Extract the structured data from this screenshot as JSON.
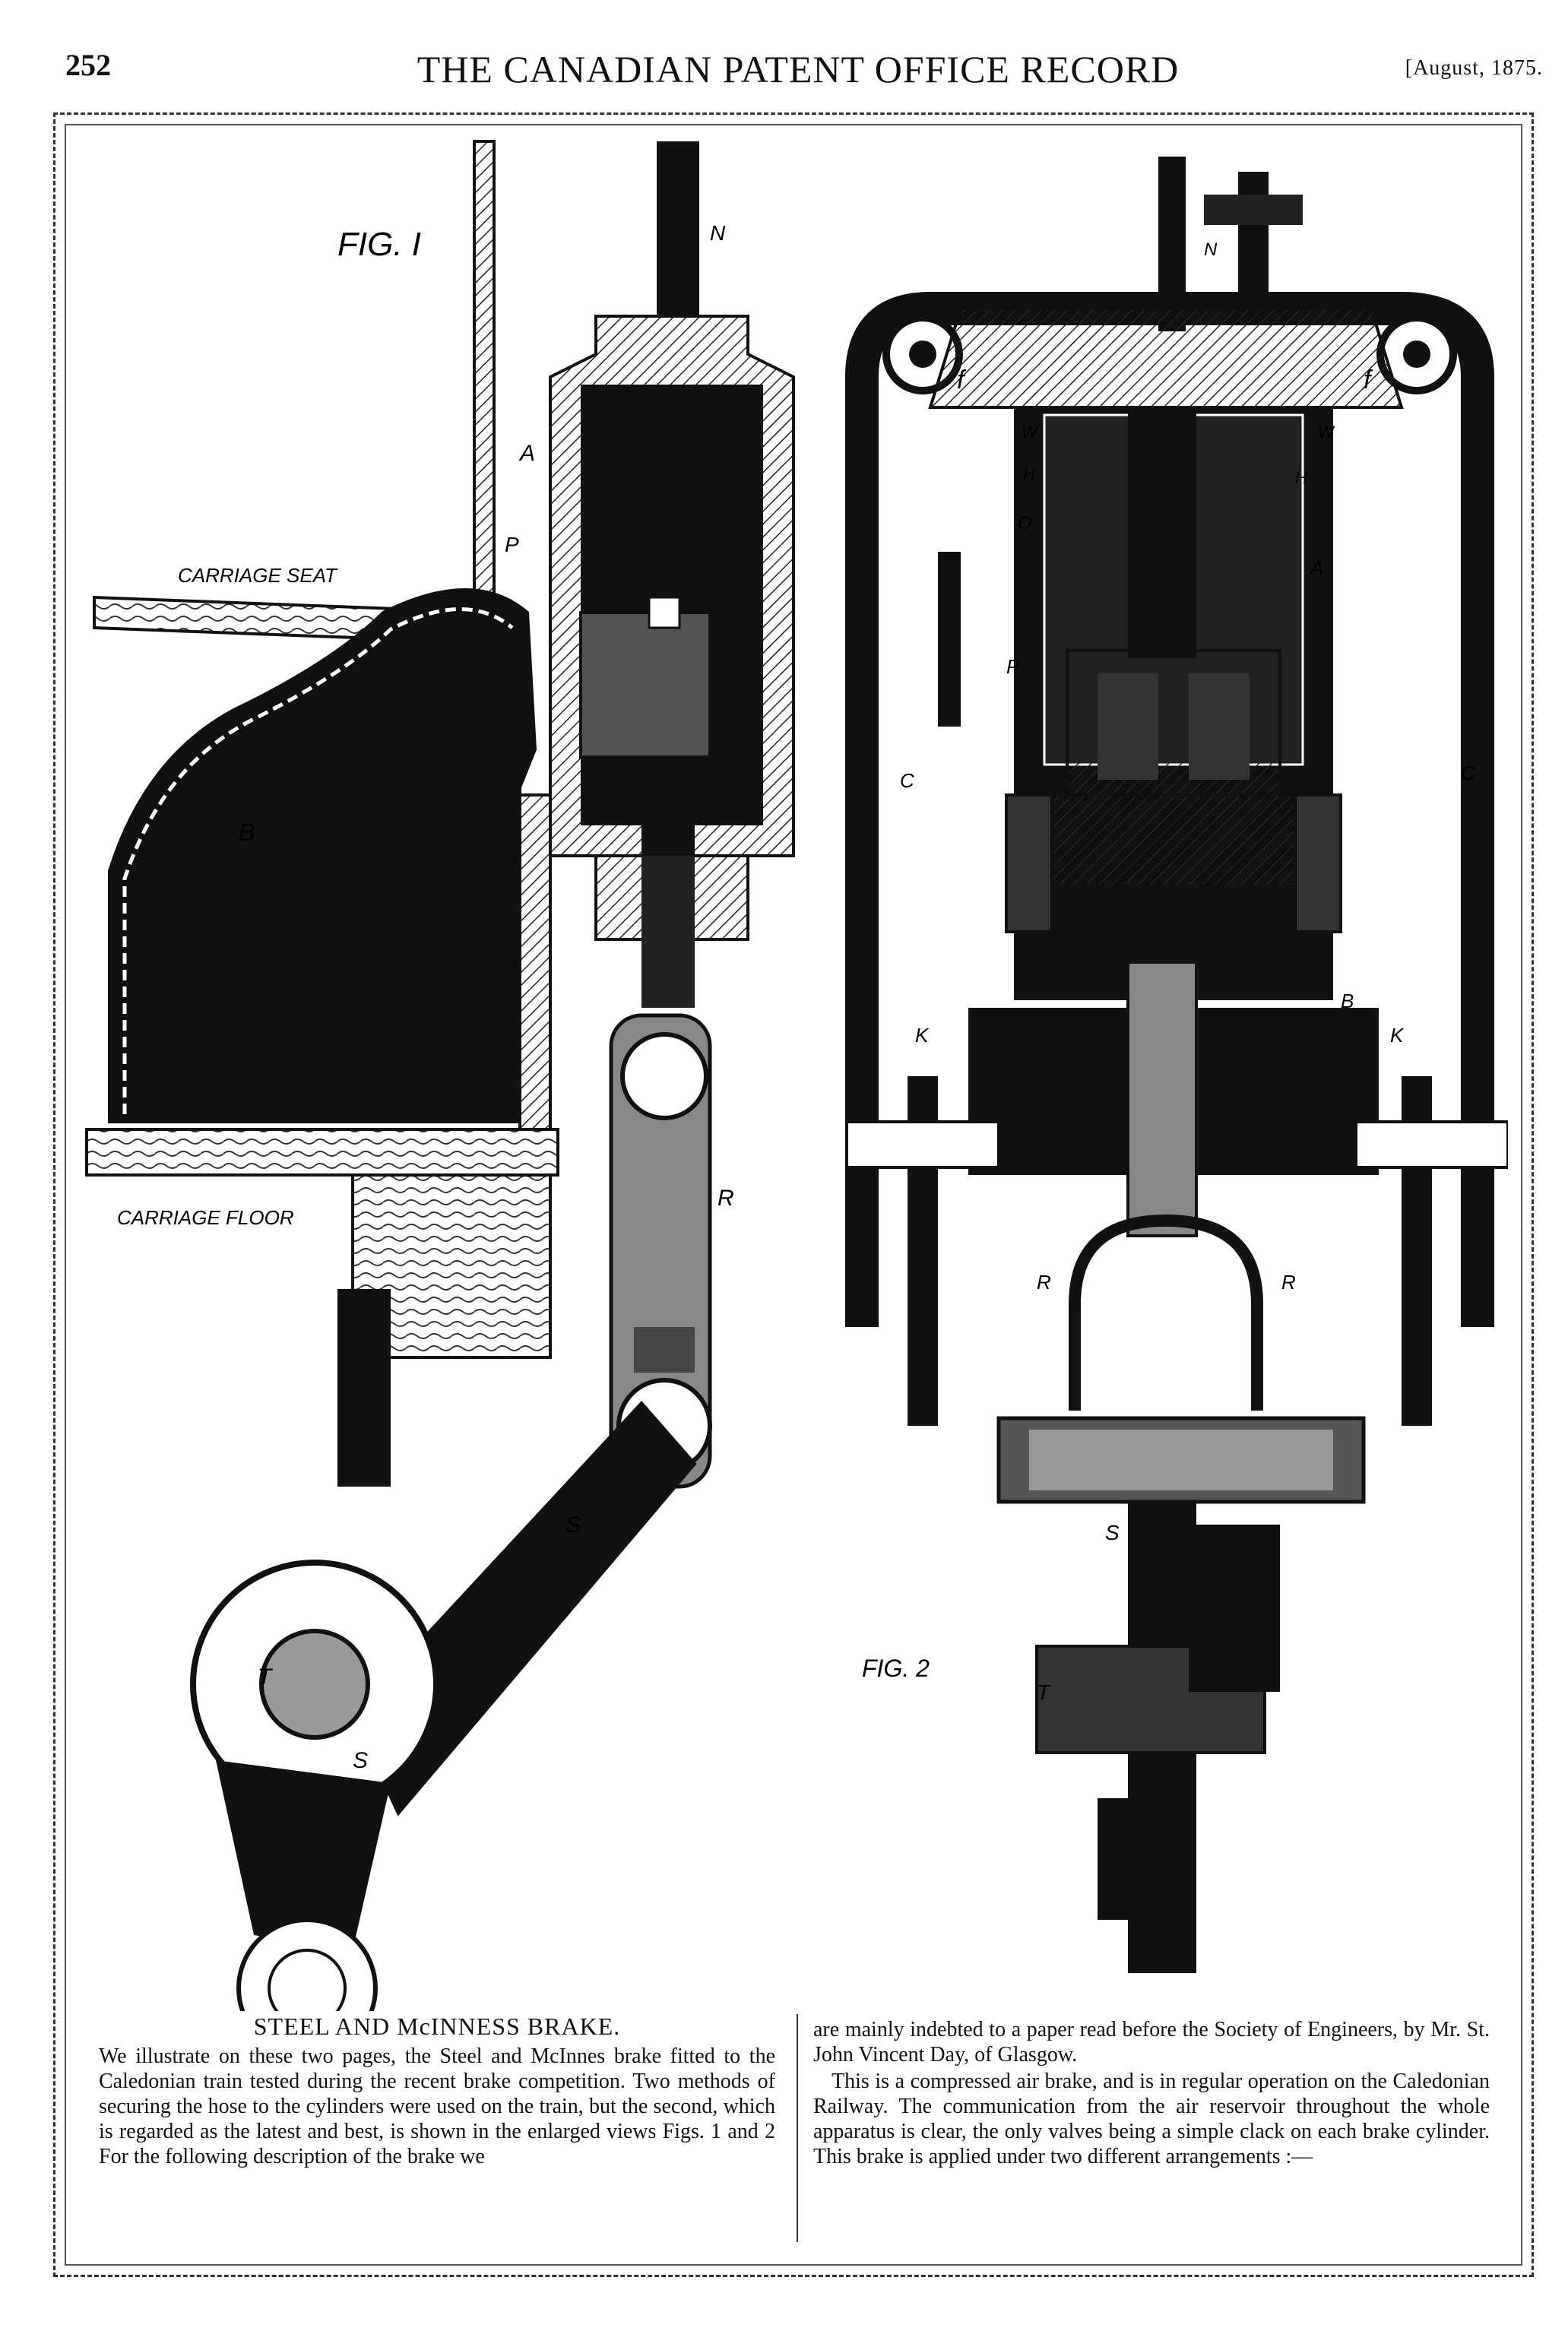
{
  "header": {
    "page_number": "252",
    "journal_title": "THE CANADIAN PATENT OFFICE RECORD",
    "date": "[August, 1875."
  },
  "figures": {
    "fig1": {
      "title": "FIG. I",
      "labels": {
        "carriage_seat": "CARRIAGE SEAT",
        "carriage_floor": "CARRIAGE FLOOR",
        "n": "N",
        "a": "A",
        "p": "P",
        "b": "B",
        "r": "R",
        "s1": "S",
        "s2": "S",
        "t": "T"
      }
    },
    "fig2": {
      "title": "FIG. 2",
      "labels": {
        "n": "N",
        "f1": "f",
        "f2": "f",
        "w1": "W",
        "w2": "W",
        "h1": "H",
        "h2": "H",
        "o": "O",
        "a": "A",
        "p": "P",
        "c1": "C",
        "c2": "C",
        "k1": "K",
        "k2": "K",
        "b": "B",
        "r1": "R",
        "r2": "R",
        "s": "S",
        "t": "T"
      }
    }
  },
  "article": {
    "title": "STEEL AND McINNESS BRAKE.",
    "left_column": "We illustrate on these two pages, the Steel and McInnes brake fitted to the Caledonian train tested during the recent brake competition. Two methods of securing the hose to the cylinders were used on the train, but the second, which is regarded as the latest and best, is shown in the enlarged views Figs. 1 and 2  For the following description of the brake we",
    "right_column_p1": "are mainly indebted to a paper read before the Society of Engineers, by Mr. St. John Vincent Day, of Glasgow.",
    "right_column_p2": "This is a compressed air brake, and is in regular operation on the Caledonian Railway. The communication from the air reservoir throughout the whole apparatus is clear, the only valves being a simple clack on each brake cylinder. This brake is applied under two different arrangements :—"
  }
}
